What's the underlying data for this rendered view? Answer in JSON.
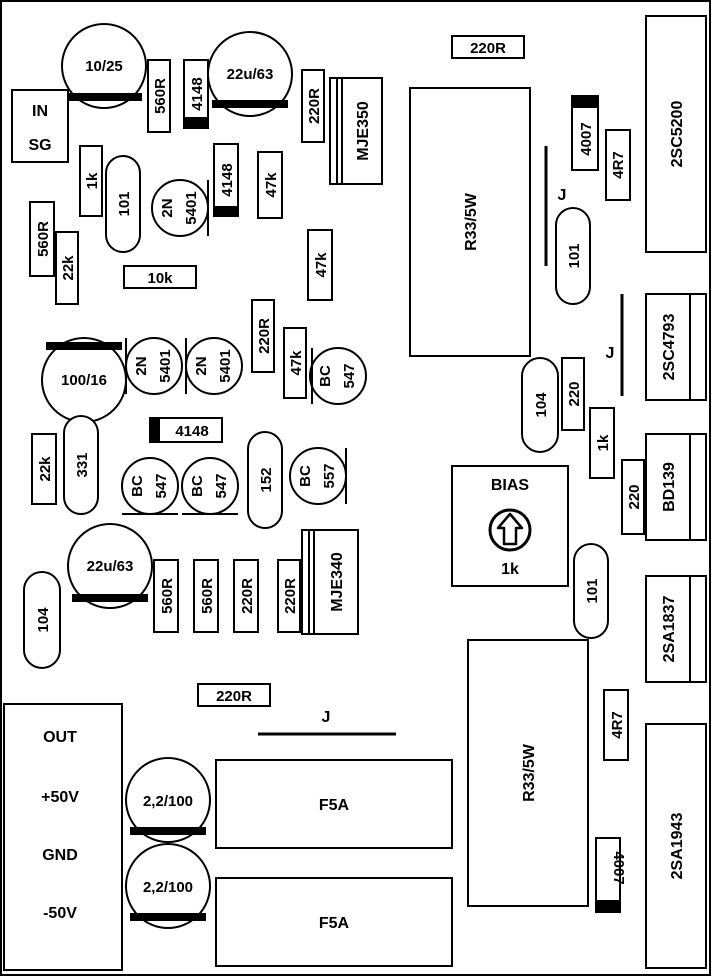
{
  "board": {
    "colors": {
      "outline": "#000000",
      "fill": "#ffffff",
      "band": "#000000"
    }
  },
  "labels": {
    "c_10_25": "10/25",
    "r_560r_1": "560R",
    "d_4148_1": "4148",
    "c_22u63_1": "22u/63",
    "r_220r_v1": "220R",
    "t_mje350": "MJE350",
    "r_220r_h1": "220R",
    "t_2sc5200": "2SC5200",
    "d_4007_1": "4007",
    "r_4r7_1": "4R7",
    "in_top": "IN",
    "in_bottom": "SG",
    "r_1k_1": "1k",
    "c_101_1": "101",
    "t_2n5401_1a": "2N",
    "t_2n5401_1b": "5401",
    "d_4148_2": "4148",
    "r_47k_1": "47k",
    "r_r33_1": "R33/5W",
    "j_1": "J",
    "r_560r_2": "560R",
    "r_22k_1": "22k",
    "r_10k": "10k",
    "r_47k_2": "47k",
    "c_101_2": "101",
    "r_220r_v2": "220R",
    "t_2sc4793": "2SC4793",
    "j_2": "J",
    "c_100_16": "100/16",
    "t_2n5401_2a": "2N",
    "t_2n5401_2b": "5401",
    "t_2n5401_3a": "2N",
    "t_2n5401_3b": "5401",
    "r_47k_3": "47k",
    "t_bc547_1a": "BC",
    "t_bc547_1b": "547",
    "c_104_1": "104",
    "r_220_1": "220",
    "d_4148_3": "4148",
    "r_1k_2": "1k",
    "r_22k_2": "22k",
    "c_331": "331",
    "t_bc547_2a": "BC",
    "t_bc547_2b": "547",
    "t_bc547_3a": "BC",
    "t_bc547_3b": "547",
    "c_152": "152",
    "t_bc557a": "BC",
    "t_bc557b": "557",
    "bias": "BIAS",
    "bias_value": "1k",
    "r_220_2": "220",
    "t_bd139": "BD139",
    "c_22u63_2": "22u/63",
    "r_560r_3": "560R",
    "r_560r_4": "560R",
    "r_220r_v3": "220R",
    "r_220r_v4": "220R",
    "t_mje340": "MJE340",
    "c_101_3": "101",
    "c_104_2": "104",
    "t_2sa1837": "2SA1837",
    "r_220r_h2": "220R",
    "j_3": "J",
    "out_out": "OUT",
    "out_p50": "+50V",
    "out_gnd": "GND",
    "out_m50": "-50V",
    "c_2_2_100_1": "2,2/100",
    "c_2_2_100_2": "2,2/100",
    "f_1": "F5A",
    "f_2": "F5A",
    "r_r33_2": "R33/5W",
    "r_4r7_2": "4R7",
    "t_2sa1943": "2SA1943",
    "d_4007_2": "4007"
  }
}
